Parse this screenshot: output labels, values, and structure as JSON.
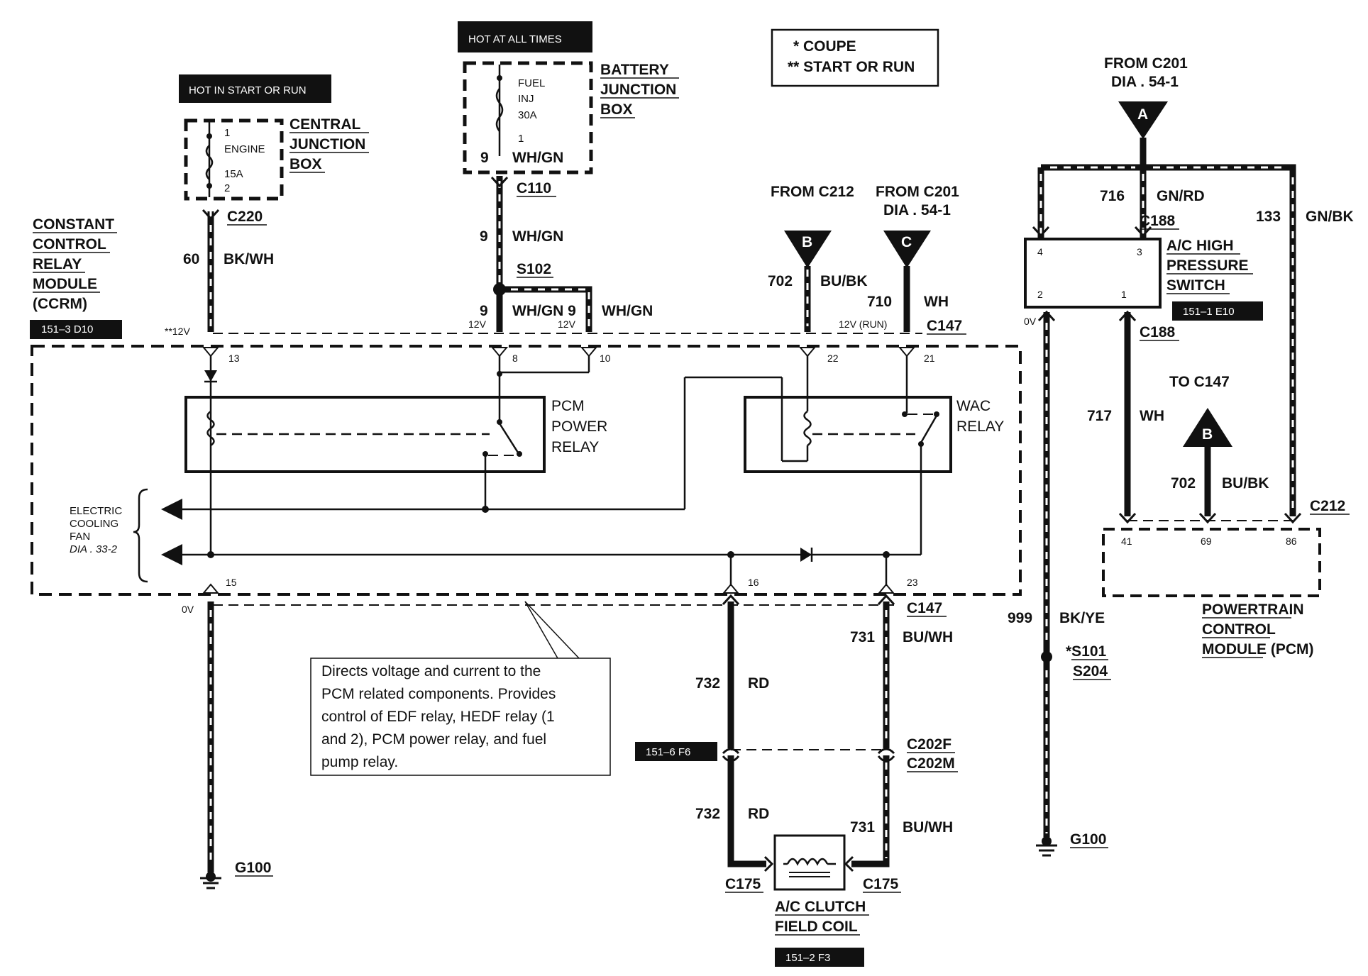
{
  "legend": {
    "coupe": "* COUPE",
    "start_or_run": "** START OR RUN"
  },
  "headers": {
    "hot_start_run": "HOT IN START OR RUN",
    "hot_all_times": "HOT AT ALL TIMES"
  },
  "ccrm": {
    "name": [
      "CONSTANT",
      "CONTROL",
      "RELAY",
      "MODULE",
      "(CCRM)"
    ],
    "ref": "151–3 D10",
    "pcm_relay": [
      "PCM",
      "POWER",
      "RELAY"
    ],
    "wac_relay": [
      "WAC",
      "RELAY"
    ],
    "fan": [
      "ELECTRIC",
      "COOLING",
      "FAN",
      "DIA . 33-2"
    ],
    "pins": [
      "13",
      "8",
      "10",
      "22",
      "21",
      "15",
      "16",
      "23"
    ],
    "v12": "**12V",
    "v0": "0V"
  },
  "cjb": {
    "name": [
      "CENTRAL",
      "JUNCTION",
      "BOX"
    ],
    "fuse": [
      "1",
      "ENGINE",
      "15A",
      "2"
    ],
    "connector": "C220",
    "wire_num": "60",
    "wire_color": "BK/WH"
  },
  "bjb": {
    "name": [
      "BATTERY",
      "JUNCTION",
      "BOX"
    ],
    "fuse": [
      "FUEL",
      "INJ",
      "30A",
      "1"
    ],
    "pin": "9",
    "pin_color": "WH/GN",
    "connector": "C110",
    "wire_num": "9",
    "wire_color": "WH/GN",
    "splice": "S102",
    "branch_num_a": "9",
    "branch_color_a": "WH/GN 9",
    "branch_color_b": "WH/GN",
    "v12a": "12V",
    "v12b": "12V"
  },
  "c212_in": {
    "from": "FROM C212",
    "letter": "B",
    "wire_num": "702",
    "wire_color": "BU/BK"
  },
  "c201_in": {
    "from": "FROM C201",
    "dia": "DIA . 54-1",
    "letter": "C",
    "wire_num": "710",
    "wire_color": "WH",
    "v12run": "12V (RUN)",
    "connector": "C147"
  },
  "clutch": {
    "connector_top": "C147",
    "w731": "731",
    "c731": "BU/WH",
    "w732": "732",
    "c732": "RD",
    "ref_f6": "151–6 F6",
    "c202f": "C202F",
    "c202m": "C202M",
    "c175a": "C175",
    "c175b": "C175",
    "name": [
      "A/C CLUTCH",
      "FIELD COIL"
    ],
    "ref": "151–2 F3"
  },
  "note": [
    "Directs voltage and current to the",
    "PCM related components.  Provides",
    "control of EDF relay, HEDF relay (1",
    "and 2), PCM power relay, and fuel",
    "pump relay."
  ],
  "ground_left": "G100",
  "right": {
    "from": "FROM C201",
    "dia": "DIA . 54-1",
    "letter": "A",
    "w716": "716",
    "c716": "GN/RD",
    "c188": "C188",
    "w133": "133",
    "c133": "GN/BK",
    "switch_name": [
      "A/C HIGH",
      "PRESSURE",
      "SWITCH"
    ],
    "switch_ref": "151–1 E10",
    "pins": [
      "4",
      "3",
      "2",
      "1"
    ],
    "v0": "0V",
    "c188b": "C188",
    "to_c147": "TO C147",
    "letter_b": "B",
    "w717": "717",
    "c717": "WH",
    "w702": "702",
    "c702": "BU/BK",
    "c212": "C212",
    "pcm_pins": [
      "41",
      "69",
      "86"
    ],
    "pcm_name": [
      "POWERTRAIN",
      "CONTROL",
      "MODULE (PCM)"
    ],
    "w999": "999",
    "c999": "BK/YE",
    "s101": "*S101",
    "s204": "S204",
    "g100": "G100"
  }
}
